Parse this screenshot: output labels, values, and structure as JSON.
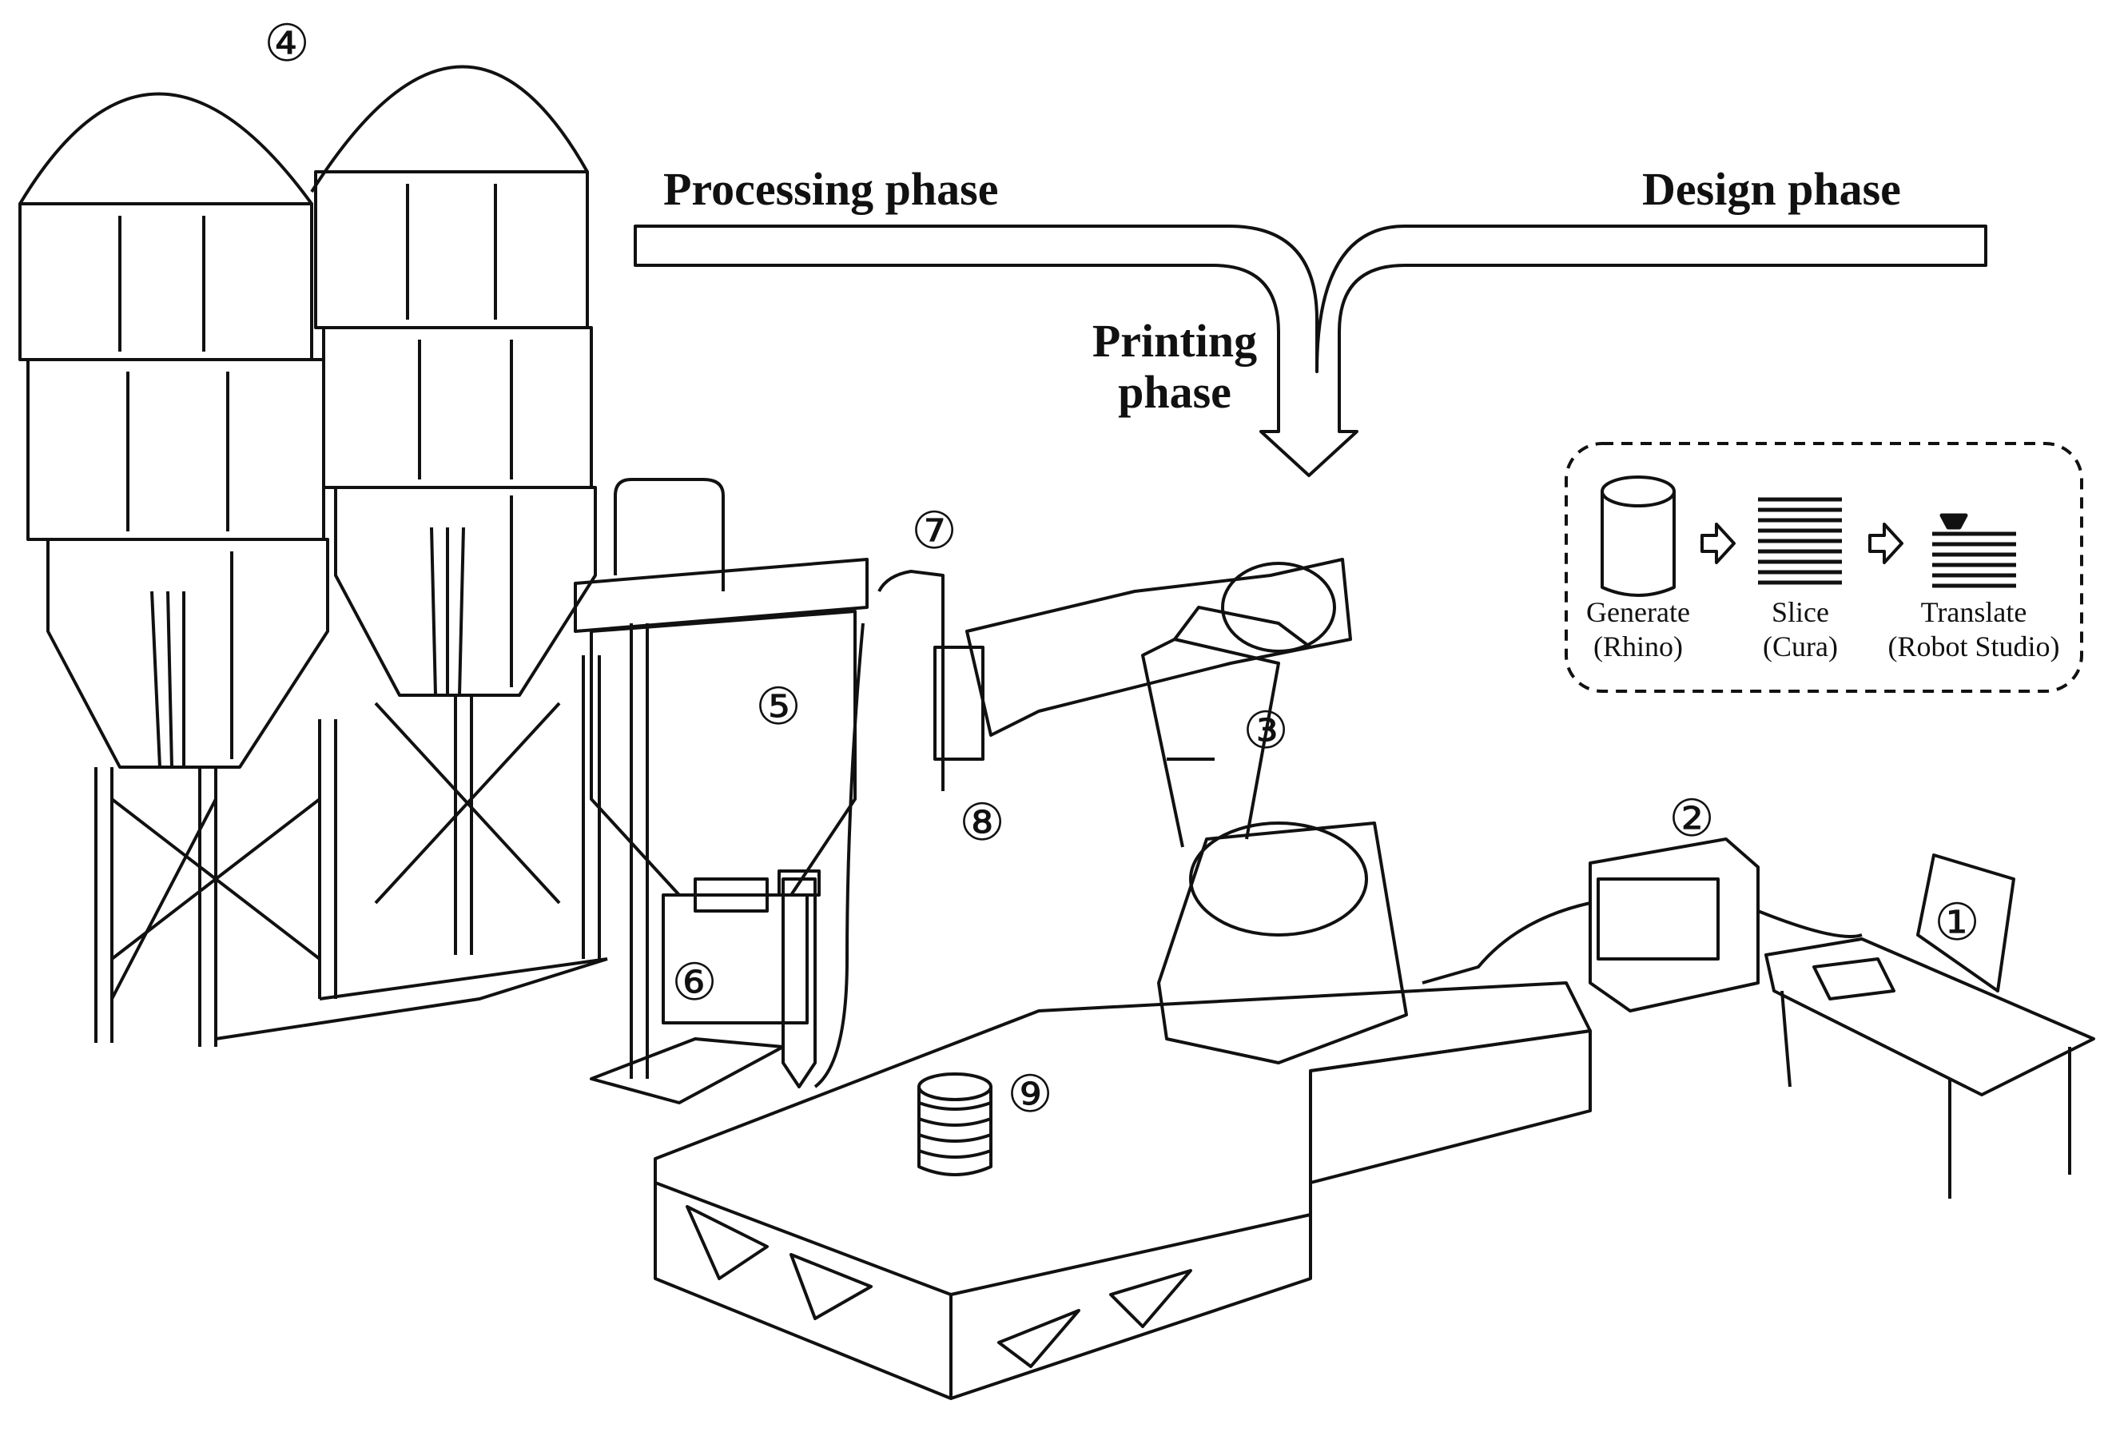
{
  "phases": {
    "processing": "Processing phase",
    "design": "Design phase",
    "printing_line1": "Printing",
    "printing_line2": "phase"
  },
  "workflow": {
    "steps": [
      {
        "label": "Generate",
        "tool": "(Rhino)"
      },
      {
        "label": "Slice",
        "tool": "(Cura)"
      },
      {
        "label": "Translate",
        "tool": "(Robot Studio)"
      }
    ]
  },
  "markers": [
    "①",
    "②",
    "③",
    "④",
    "⑤",
    "⑥",
    "⑦",
    "⑧",
    "⑨"
  ]
}
